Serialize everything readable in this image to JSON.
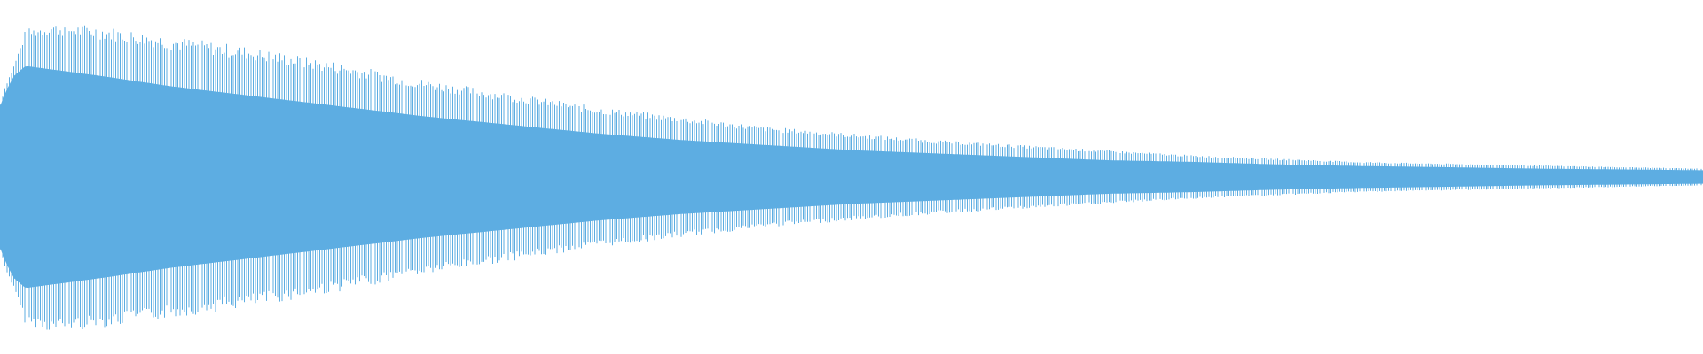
{
  "chart_data": {
    "type": "area",
    "title": "",
    "xlabel": "",
    "ylabel": "",
    "grid": false,
    "legend": "none",
    "color": "#5dade2",
    "ylim": [
      -1,
      1
    ],
    "xlim": [
      0,
      1
    ],
    "series": [
      {
        "x": [
          0,
          0.003,
          0.008,
          0.015,
          0.03,
          0.06,
          0.1,
          0.15,
          0.2,
          0.25,
          0.3,
          0.35,
          0.4,
          0.45,
          0.5,
          0.55,
          0.6,
          0.65,
          0.7,
          0.75,
          0.8,
          0.85,
          0.9,
          0.95,
          1.0
        ],
        "peak": [
          0.42,
          0.54,
          0.66,
          0.88,
          0.92,
          0.9,
          0.84,
          0.77,
          0.68,
          0.58,
          0.5,
          0.42,
          0.36,
          0.3,
          0.26,
          0.22,
          0.19,
          0.16,
          0.13,
          0.11,
          0.09,
          0.08,
          0.07,
          0.06,
          0.05
        ],
        "body": [
          0.42,
          0.5,
          0.6,
          0.66,
          0.64,
          0.6,
          0.54,
          0.48,
          0.42,
          0.36,
          0.31,
          0.26,
          0.22,
          0.19,
          0.16,
          0.14,
          0.12,
          0.1,
          0.09,
          0.075,
          0.065,
          0.058,
          0.05,
          0.045,
          0.04
        ]
      }
    ]
  }
}
